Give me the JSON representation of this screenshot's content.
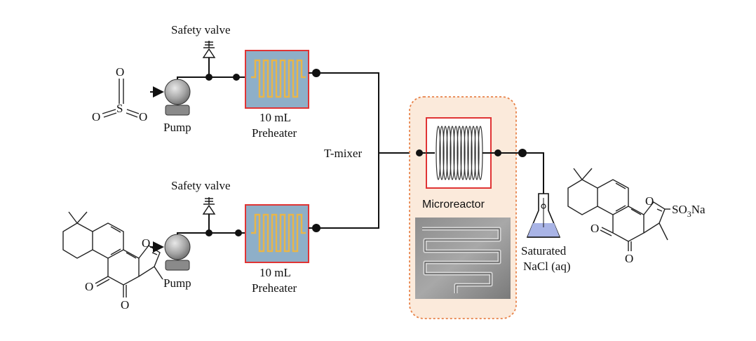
{
  "labels": {
    "safety_valve_top": "Safety valve",
    "safety_valve_bottom": "Safety valve",
    "pump_top": "Pump",
    "pump_bottom": "Pump",
    "preheater_top_line1": "10 mL",
    "preheater_top_line2": "Preheater",
    "preheater_bottom_line1": "10 mL",
    "preheater_bottom_line2": "Preheater",
    "t_mixer": "T-mixer",
    "microreactor": "Microreactor",
    "flask_line1": "Saturated",
    "flask_line2": "NaCl (aq)"
  },
  "molecules": {
    "so3": {
      "atoms": [
        "O",
        "O",
        "O",
        "S"
      ]
    },
    "tanshinone": {
      "atoms": [
        "O",
        "O",
        "O"
      ]
    },
    "product": {
      "atoms": [
        "O",
        "O",
        "O"
      ],
      "substituent_main": "SO",
      "substituent_sub": "3",
      "substituent_tail": "Na"
    }
  },
  "colors": {
    "preheater_fill": "#8eafc8",
    "preheater_border": "#e03434",
    "preheater_coil": "#e8b64a",
    "microreactor_panel": "#fbeadb",
    "microreactor_dash": "#e8834a",
    "reactor_border": "#e03434",
    "pump_body": "#9a9a9a",
    "line": "#111111"
  }
}
